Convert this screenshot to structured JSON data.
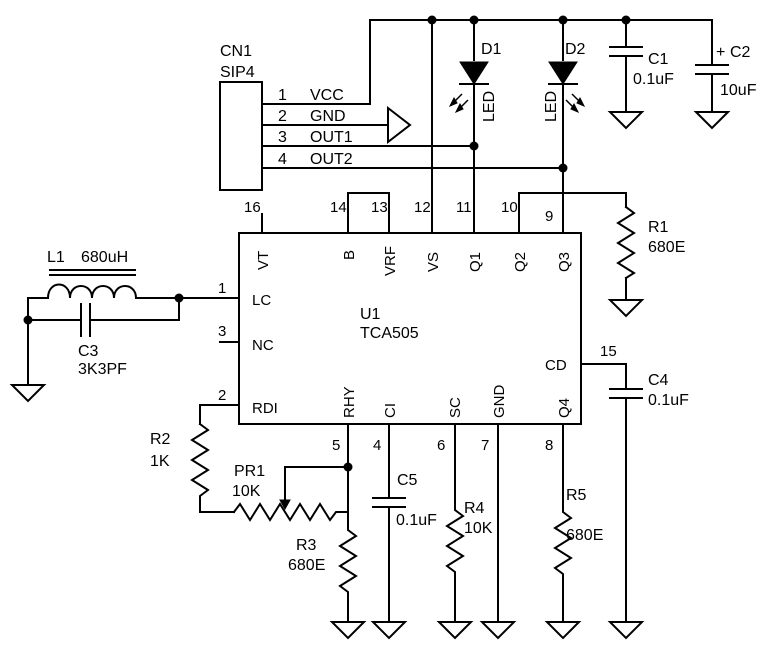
{
  "connector": {
    "ref": "CN1",
    "type": "SIP4",
    "pins": [
      {
        "num": "1",
        "name": "VCC"
      },
      {
        "num": "2",
        "name": "GND"
      },
      {
        "num": "3",
        "name": "OUT1"
      },
      {
        "num": "4",
        "name": "OUT2"
      }
    ]
  },
  "ic": {
    "ref": "U1",
    "part": "TCA505",
    "top_pins": [
      {
        "num": "16",
        "name": "VT"
      },
      {
        "num": "14",
        "name": "B"
      },
      {
        "num": "13",
        "name": "VRF"
      },
      {
        "num": "12",
        "name": "VS"
      },
      {
        "num": "11",
        "name": "Q1"
      },
      {
        "num": "10",
        "name": "Q2"
      },
      {
        "num": "9",
        "name": "Q3"
      }
    ],
    "left_pins": [
      {
        "num": "1",
        "name": "LC"
      },
      {
        "num": "3",
        "name": "NC"
      },
      {
        "num": "2",
        "name": "RDI"
      }
    ],
    "bottom_pins": [
      {
        "num": "5",
        "name": "RHY"
      },
      {
        "num": "4",
        "name": "CI"
      },
      {
        "num": "6",
        "name": "SC"
      },
      {
        "num": "7",
        "name": "GND"
      },
      {
        "num": "8",
        "name": "Q4"
      }
    ],
    "right_pins": [
      {
        "num": "15",
        "name": "CD"
      }
    ]
  },
  "components": {
    "d1": {
      "ref": "D1",
      "type": "LED"
    },
    "d2": {
      "ref": "D2",
      "type": "LED"
    },
    "c1": {
      "ref": "C1",
      "value": "0.1uF"
    },
    "c2": {
      "ref": "C2",
      "value": "10uF",
      "polarity": "+"
    },
    "c3": {
      "ref": "C3",
      "value": "3K3PF"
    },
    "c4": {
      "ref": "C4",
      "value": "0.1uF"
    },
    "c5": {
      "ref": "C5",
      "value": "0.1uF"
    },
    "l1": {
      "ref": "L1",
      "value": "680uH"
    },
    "r1": {
      "ref": "R1",
      "value": "680E"
    },
    "r2": {
      "ref": "R2",
      "value": "1K"
    },
    "r3": {
      "ref": "R3",
      "value": "680E"
    },
    "r4": {
      "ref": "R4",
      "value": "10K"
    },
    "r5": {
      "ref": "R5",
      "value": "680E"
    },
    "pr1": {
      "ref": "PR1",
      "value": "10K"
    }
  }
}
